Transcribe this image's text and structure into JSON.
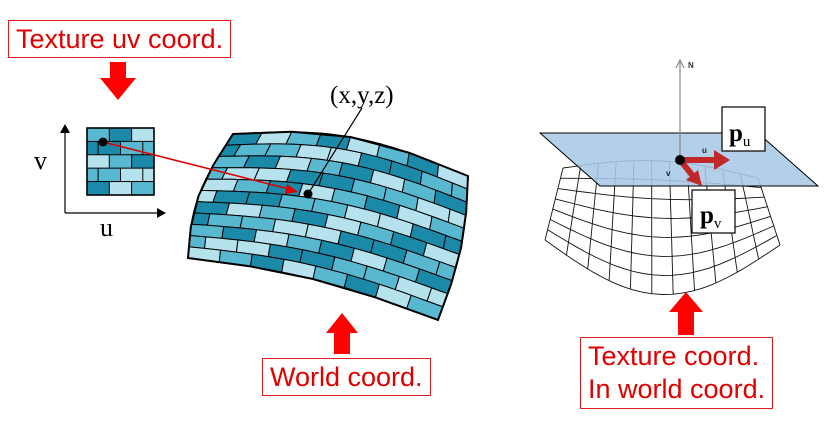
{
  "labels": {
    "texture_uv_coord": "Texture uv coord.",
    "world_coord": "World coord.",
    "texture_coord_line1": "Texture coord.",
    "texture_coord_line2": "In world coord.",
    "point_xyz": "(x,y,z)",
    "axis_v": "v",
    "axis_u": "u",
    "normal_n": "N",
    "vec_u_small": "u",
    "vec_v_small": "v",
    "pu_main": "p",
    "pu_sub": "u",
    "pv_main": "p",
    "pv_sub": "v"
  },
  "colors": {
    "caption_red": "#e00000",
    "arrow_red": "#ff0000",
    "brick_dark": "#1a8aa8",
    "brick_mid": "#58b8d0",
    "brick_light": "#b6e2ee",
    "plane_blue": "#a9c8e6",
    "vector_red": "#c0282a"
  }
}
